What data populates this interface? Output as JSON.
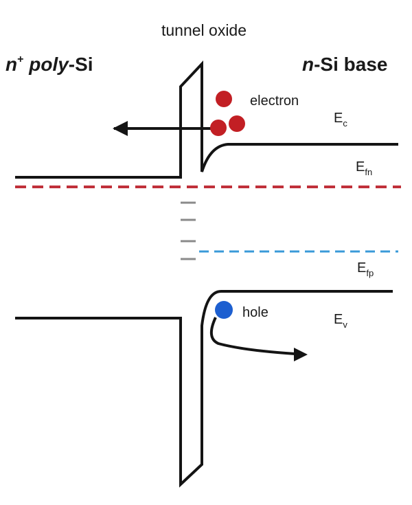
{
  "labels": {
    "tunnel_oxide": "tunnel oxide",
    "left_region": {
      "pre": "n",
      "sup": "+",
      "mid": " poly",
      "post": "-Si"
    },
    "right_region": {
      "pre": "n",
      "post": "-Si base"
    },
    "electron": "electron",
    "hole": "hole",
    "ec": {
      "main": "E",
      "sub": "c"
    },
    "efn": {
      "main": "E",
      "sub": "fn"
    },
    "efp": {
      "main": "E",
      "sub": "fp"
    },
    "ev": {
      "main": "E",
      "sub": "v"
    }
  },
  "colors": {
    "line": "#141414",
    "electron": "#c21f24",
    "hole": "#1d5fd0",
    "efn": "#c0303a",
    "efp": "#3a9ad8"
  }
}
